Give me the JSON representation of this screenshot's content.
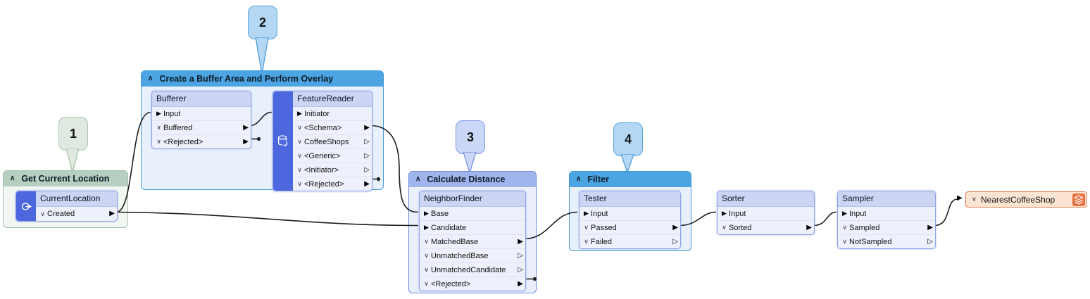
{
  "badges": {
    "b1": "1",
    "b2": "2",
    "b3": "3",
    "b4": "4"
  },
  "groups": {
    "g1": {
      "title": "Get Current Location"
    },
    "g2": {
      "title": "Create a Buffer Area and Perform Overlay"
    },
    "g3": {
      "title": "Calculate Distance"
    },
    "g4": {
      "title": "Filter"
    }
  },
  "icons": {
    "collapse": "∧",
    "caret": "∨",
    "port_in": "▶",
    "port_out_connected": "▶",
    "port_out_unconnected": "▷"
  },
  "nodes": {
    "currentlocation": {
      "title": "CurrentLocation",
      "out0": "Created"
    },
    "bufferer": {
      "title": "Bufferer",
      "in0": "Input",
      "out0": "Buffered",
      "out1": "<Rejected>"
    },
    "featurereader": {
      "title": "FeatureReader",
      "in0": "Initiator",
      "out0": "<Schema>",
      "out1": "CoffeeShops",
      "out2": "<Generic>",
      "out3": "<Initiator>",
      "out4": "<Rejected>"
    },
    "neighborfinder": {
      "title": "NeighborFinder",
      "in0": "Base",
      "in1": "Candidate",
      "out0": "MatchedBase",
      "out1": "UnmatchedBase",
      "out2": "UnmatchedCandidate",
      "out3": "<Rejected>"
    },
    "tester": {
      "title": "Tester",
      "in0": "Input",
      "out0": "Passed",
      "out1": "Failed"
    },
    "sorter": {
      "title": "Sorter",
      "in0": "Input",
      "out0": "Sorted"
    },
    "sampler": {
      "title": "Sampler",
      "in0": "Input",
      "out0": "Sampled",
      "out1": "NotSampled"
    }
  },
  "writer": {
    "label": "NearestCoffeeShop"
  },
  "colors": {
    "group_blue_header": "#4ca4e2",
    "group_blue_border": "#4399d8",
    "group_blue_body": "#e8f1fb",
    "group_periwinkle_header": "#a1b5ed",
    "group_periwinkle_border": "#7289e2",
    "group_periwinkle_body": "#ebeffb",
    "group_green_header": "#b6cfc1",
    "group_green_border": "#a5c3ac",
    "group_green_body": "#f3f7f3",
    "node_border": "#8fa1e5",
    "node_header_bg": "#ccd5f4",
    "node_row_bg": "#eef1fb",
    "icon_strip_bg": "#4d68de",
    "writer_bg": "#fce4d3",
    "writer_border": "#e87c50",
    "writer_icon_bg": "#e7703f",
    "wire": "#1c1c1c"
  }
}
